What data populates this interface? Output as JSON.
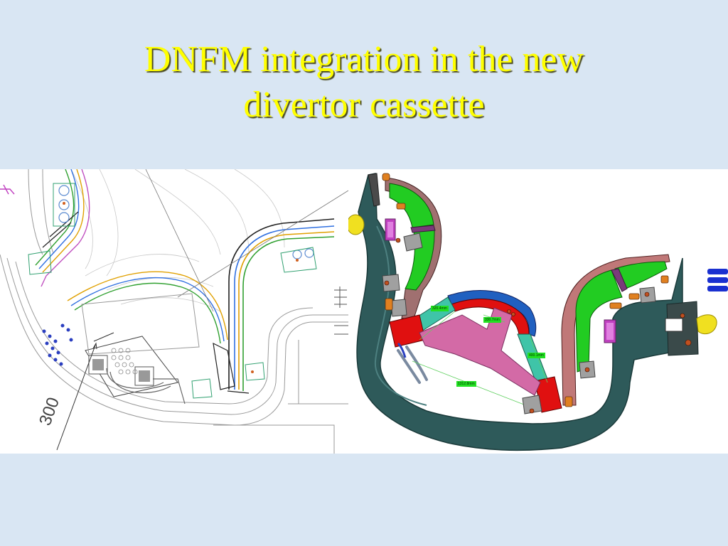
{
  "slide": {
    "title_line1": "DNFM integration in the new",
    "title_line2": "divertor cassette"
  },
  "left_drawing": {
    "dimension_label": "300"
  },
  "right_model": {
    "labels": [
      "320.4mm",
      "330.7mm",
      "400.1mm",
      "1312.8mm"
    ]
  },
  "colors": {
    "background": "#d9e6f3",
    "title": "#ffff00",
    "cassette_body": "#2e5a5a",
    "target_green": "#22cc22",
    "dome_pink": "#d36aa6",
    "support_red": "#e01010",
    "arm_teal": "#3fc4a8"
  }
}
